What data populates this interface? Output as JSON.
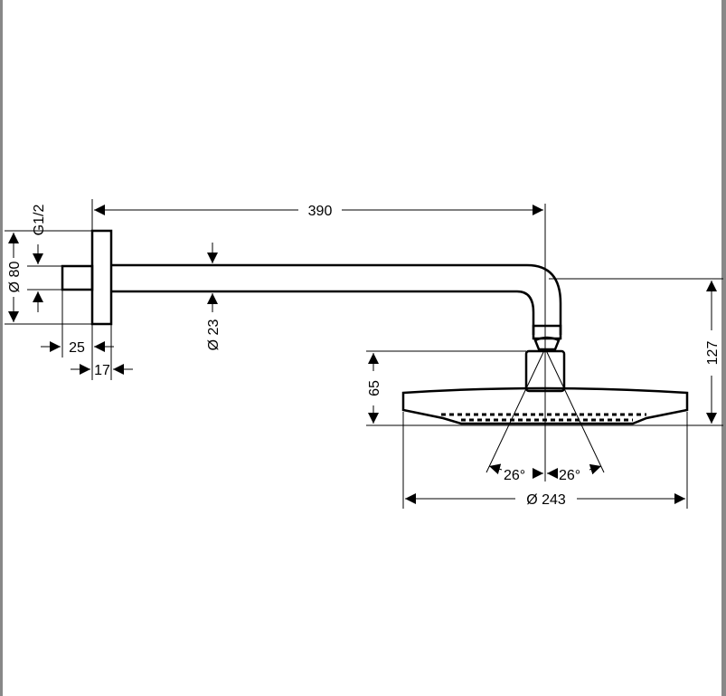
{
  "drawing": {
    "title": "Shower head with wall arm - dimension drawing",
    "dimensions": {
      "arm_length": "390",
      "thread": "G1/2",
      "flange_diameter": "Ø 80",
      "arm_diameter": "Ø 23",
      "nut_length": "25",
      "flange_depth": "17",
      "head_height": "65",
      "total_drop": "127",
      "head_diameter": "Ø 243",
      "angle_left": "26°",
      "angle_right": "26°"
    }
  }
}
